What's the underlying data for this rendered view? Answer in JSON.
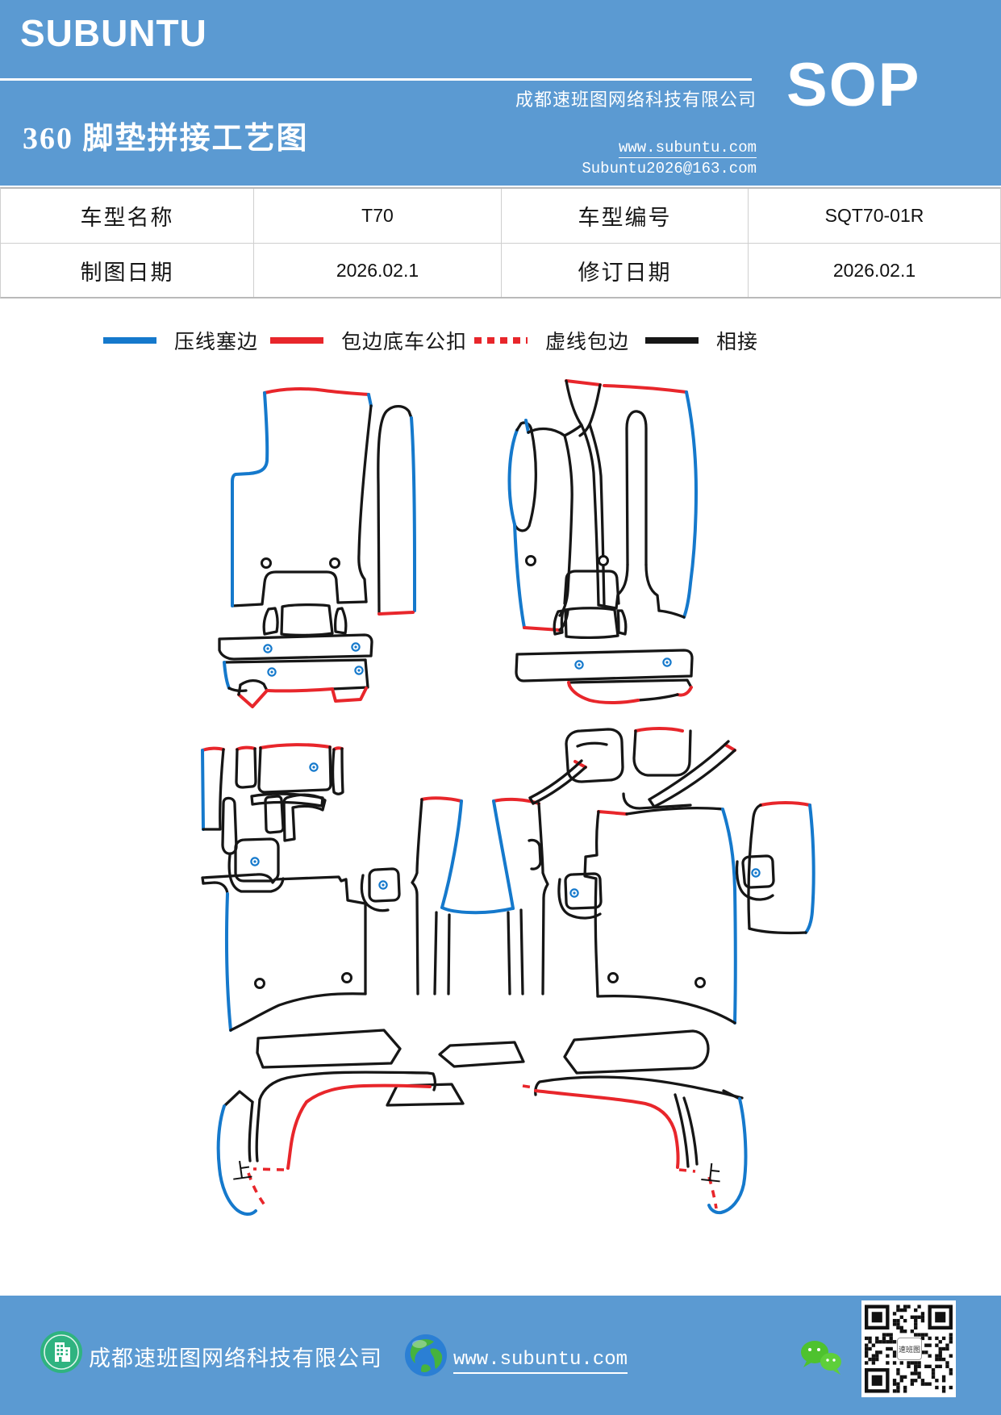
{
  "header": {
    "logo": "SUBUNTU",
    "company": "成都速班图网络科技有限公司",
    "title": "360 脚垫拼接工艺图",
    "sop": "SOP",
    "website": "www.subuntu.com",
    "email": "Subuntu2026@163.com"
  },
  "info_table": {
    "rows": [
      {
        "cells": [
          "车型名称",
          "T70",
          "车型编号",
          "SQT70-01R"
        ]
      },
      {
        "cells": [
          "制图日期",
          "2026.02.1",
          "修订日期",
          "2026.02.1"
        ]
      }
    ]
  },
  "legend": {
    "items": [
      {
        "label": "压线塞边",
        "color": "#1579cc",
        "style": "solid"
      },
      {
        "label": "包边底车公扣",
        "color": "#e8262b",
        "style": "solid"
      },
      {
        "label": "虚线包边",
        "color": "#e8262b",
        "style": "dotted"
      },
      {
        "label": "相接",
        "color": "#161616",
        "style": "solid"
      }
    ]
  },
  "drawing": {
    "mark_label": "上",
    "edge_types": [
      "pressline-edge",
      "binding-edge",
      "dashed-binding-edge",
      "join-edge"
    ]
  },
  "footer": {
    "company": "成都速班图网络科技有限公司",
    "website": "www.subuntu.com",
    "qr_logo_text": "速班图"
  },
  "colors": {
    "header_blue": "#5b9ad2",
    "pressline_blue": "#1579cc",
    "binding_red": "#e8262b",
    "join_black": "#161616",
    "wechat_green": "#4ec22e",
    "badge_green": "#2fb380"
  }
}
